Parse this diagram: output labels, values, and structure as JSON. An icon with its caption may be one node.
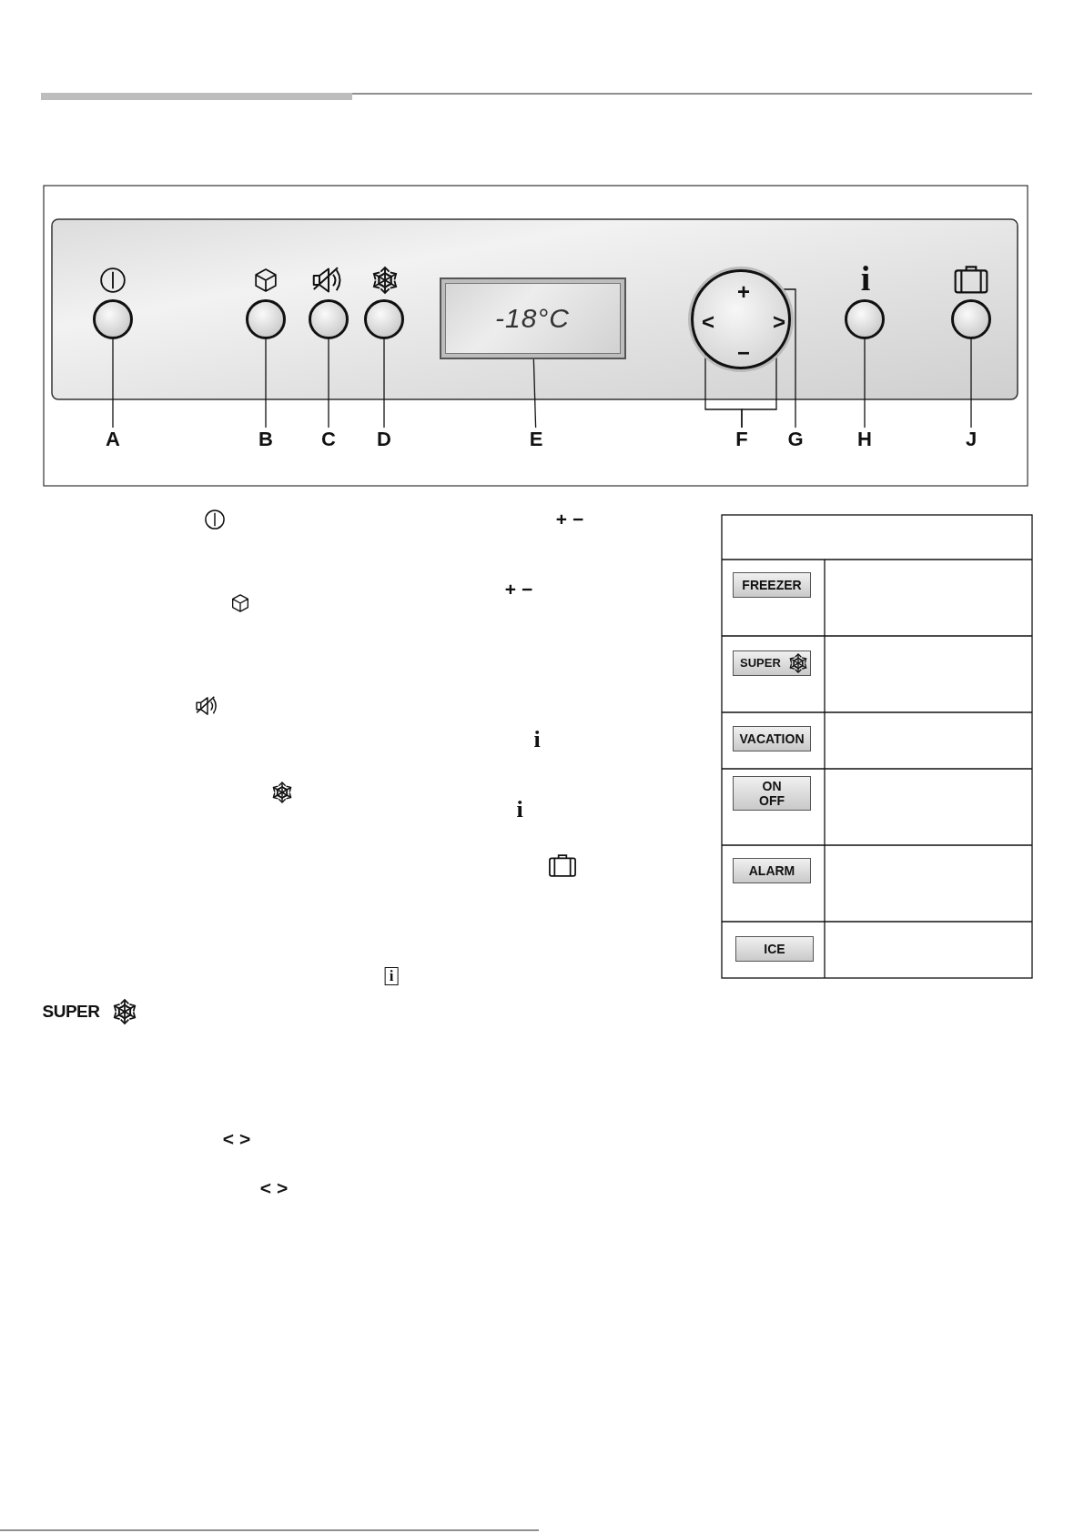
{
  "diagram": {
    "nodes": [
      {
        "text": [],
        "shape": "circle"
      },
      {
        "text": [],
        "shape": "circle"
      },
      {
        "text": [],
        "shape": "circle"
      },
      {
        "text": [],
        "shape": "circle"
      },
      {
        "text": [
          "-18°C"
        ]
      },
      {
        "text": [],
        "shape": "circle"
      },
      {
        "text": [
          "+"
        ],
        "in": 5
      },
      {
        "text": [
          "<"
        ],
        "in": 5
      },
      {
        "text": [
          ">"
        ],
        "in": 5
      },
      {
        "text": [
          "−"
        ],
        "in": 5
      },
      {
        "text": [],
        "shape": "circle"
      },
      {
        "text": [],
        "shape": "circle"
      },
      {
        "text": [
          "A"
        ]
      },
      {
        "text": [
          "B"
        ]
      },
      {
        "text": [
          "C"
        ]
      },
      {
        "text": [
          "D"
        ]
      },
      {
        "text": [
          "E"
        ]
      },
      {
        "text": [
          "F"
        ]
      },
      {
        "text": [
          "G"
        ]
      },
      {
        "text": [
          "H"
        ]
      },
      {
        "text": [
          "J"
        ]
      }
    ],
    "edges": [
      {
        "from": 12,
        "to": 0,
        "arrow": "none"
      },
      {
        "from": 13,
        "to": 1,
        "arrow": "none"
      },
      {
        "from": 14,
        "to": 2,
        "arrow": "none"
      },
      {
        "from": 15,
        "to": 3,
        "arrow": "none"
      },
      {
        "from": 16,
        "to": 4,
        "arrow": "none"
      },
      {
        "from": 17,
        "to": 7,
        "arrow": "none"
      },
      {
        "from": 17,
        "to": 8,
        "arrow": "none"
      },
      {
        "from": 18,
        "to": 6,
        "arrow": "none"
      },
      {
        "from": 19,
        "to": 10,
        "arrow": "none"
      },
      {
        "from": 20,
        "to": 11,
        "arrow": "none"
      }
    ],
    "labels": [
      "i",
      "+ −",
      "+ −",
      "i",
      "i",
      "i",
      "SUPER",
      "< >",
      "< >",
      "FREEZER",
      "SUPER",
      "VACATION",
      "ON OFF",
      "ALARM",
      "ICE"
    ]
  }
}
